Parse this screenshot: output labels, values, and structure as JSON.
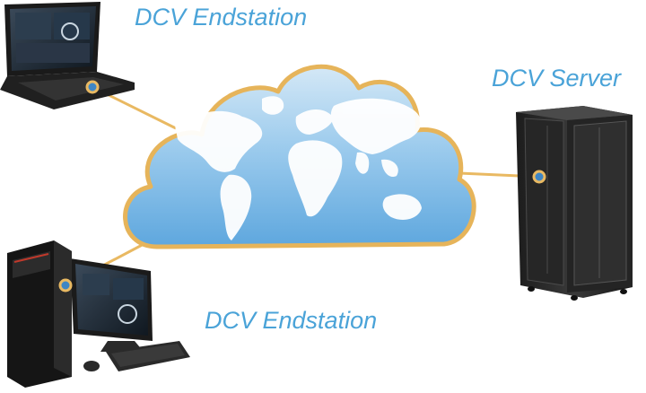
{
  "labels": {
    "endstation_top": "DCV Endstation",
    "server": "DCV Server",
    "endstation_bottom": "DCV Endstation"
  },
  "colors": {
    "label": "#4aa3d8",
    "connector": "#e9b962",
    "node_dot_fill": "#3f86c4",
    "cloud_fill_top": "#cfe4f4",
    "cloud_fill_bottom": "#6fb0e0",
    "cloud_outline": "#e6b45a",
    "server_rack": "#2a2a2a"
  },
  "icons": {
    "cloud": "cloud-world-map-icon",
    "laptop": "laptop-icon",
    "desktop": "desktop-workstation-icon",
    "server": "server-rack-icon"
  }
}
